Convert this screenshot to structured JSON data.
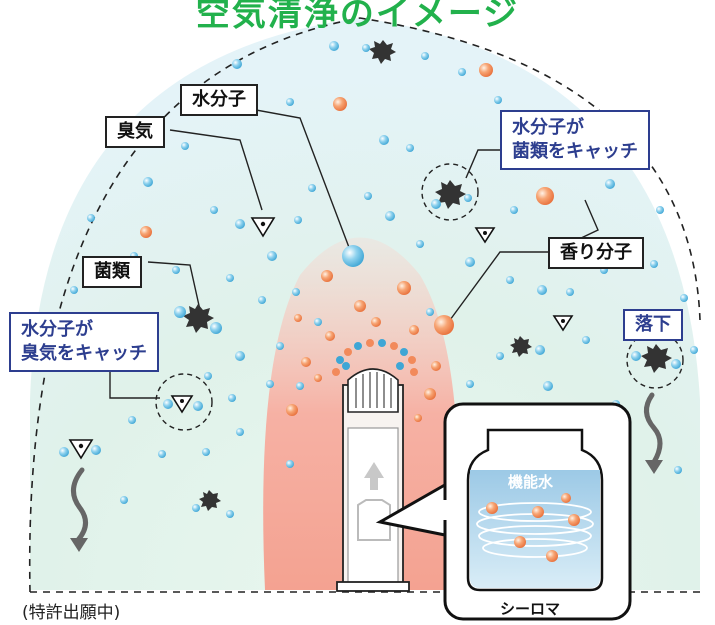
{
  "title": "空気清浄のイメージ",
  "labels": {
    "odor": "臭気",
    "water_molecule": "水分子",
    "water_catches_bacteria": "水分子が\n菌類をキャッチ",
    "fragrance_molecule": "香り分子",
    "bacteria": "菌類",
    "water_catches_odor": "水分子が\n臭気をキャッチ",
    "fall": "落下"
  },
  "inset": {
    "water_label": "機能水",
    "product_name": "シーロマ"
  },
  "footnote": "(特許出願中)",
  "colors": {
    "title_green": "#22b14c",
    "label_blue": "#2d3e8f",
    "mist_green": "#dff3e8",
    "mist_blue": "#e2f2f7",
    "plume_pink": "#f6a89c",
    "water_droplet": "#59b9e0",
    "fragrance_droplet": "#f28a5b",
    "odor_marker": "#111111"
  }
}
